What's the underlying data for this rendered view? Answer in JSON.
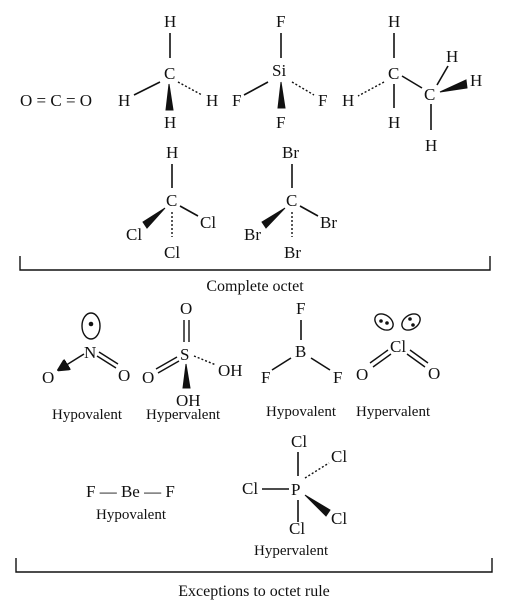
{
  "captions": {
    "complete_octet": "Complete octet",
    "exceptions": "Exceptions to octet rule"
  },
  "labels": {
    "no2": "Hypovalent",
    "h2so4": "Hypervalent",
    "bf3": "Hypovalent",
    "clo2": "Hypervalent",
    "bef2": "Hypovalent",
    "pcl5": "Hypervalent"
  },
  "co2": {
    "formula": "O = C = O"
  },
  "bef2": {
    "formula": "F — Be — F"
  },
  "elements": {
    "H": "H",
    "C": "C",
    "F": "F",
    "Si": "Si",
    "Cl": "Cl",
    "Br": "Br",
    "N": "N",
    "O": "O",
    "S": "S",
    "OH": "OH",
    "B": "B",
    "P": "P"
  }
}
